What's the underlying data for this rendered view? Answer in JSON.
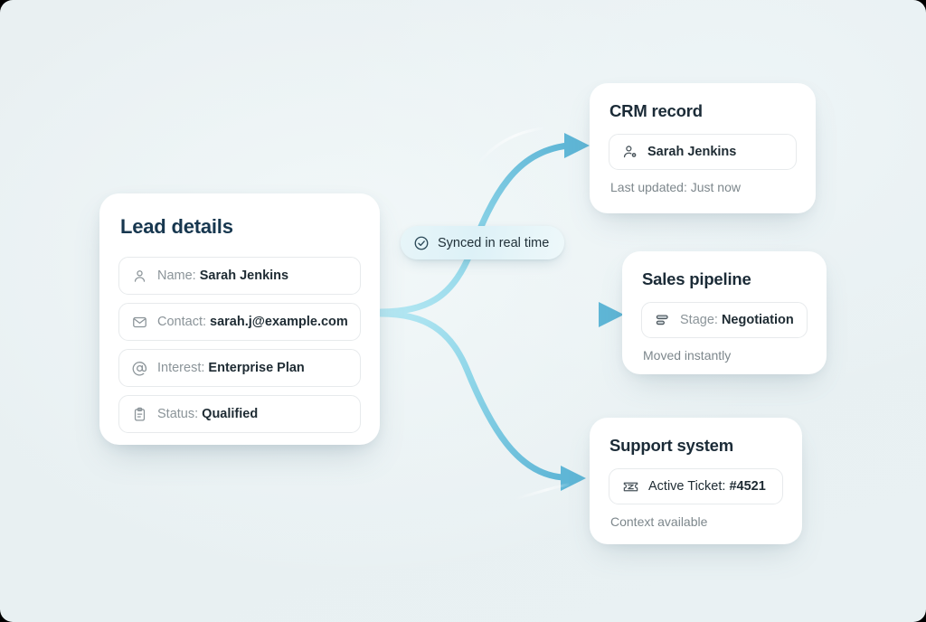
{
  "theme": {
    "background": "#e9f0f2",
    "card_background": "#ffffff",
    "title_navy": "#17374f",
    "text_dark": "#1e2b33",
    "text_muted": "#8b9499",
    "accent_cyan": "#7fd4e8",
    "accent_blue": "#5bb4d4"
  },
  "lead_card": {
    "title": "Lead details",
    "fields": [
      {
        "icon": "user-icon",
        "label": "Name:",
        "value": "Sarah Jenkins"
      },
      {
        "icon": "envelope-icon",
        "label": "Contact:",
        "value": "sarah.j@example.com"
      },
      {
        "icon": "at-sign-icon",
        "label": "Interest:",
        "value": "Enterprise Plan"
      },
      {
        "icon": "clipboard-icon",
        "label": "Status:",
        "value": "Qualified"
      }
    ]
  },
  "sync_badge": {
    "icon": "check-circle-icon",
    "label": "Synced in real time"
  },
  "destinations": [
    {
      "id": "crm",
      "title": "CRM record",
      "chip": {
        "icon": "user-badge-icon",
        "label": "",
        "value": "Sarah Jenkins"
      },
      "caption": "Last updated: Just now"
    },
    {
      "id": "pipeline",
      "title": "Sales pipeline",
      "chip": {
        "icon": "kanban-bars-icon",
        "label": "Stage:",
        "value": "Negotiation"
      },
      "caption": "Moved instantly"
    },
    {
      "id": "support",
      "title": "Support system",
      "chip": {
        "icon": "ticket-icon",
        "label": "Active Ticket:",
        "value": "#4521"
      },
      "caption": "Context available"
    }
  ]
}
